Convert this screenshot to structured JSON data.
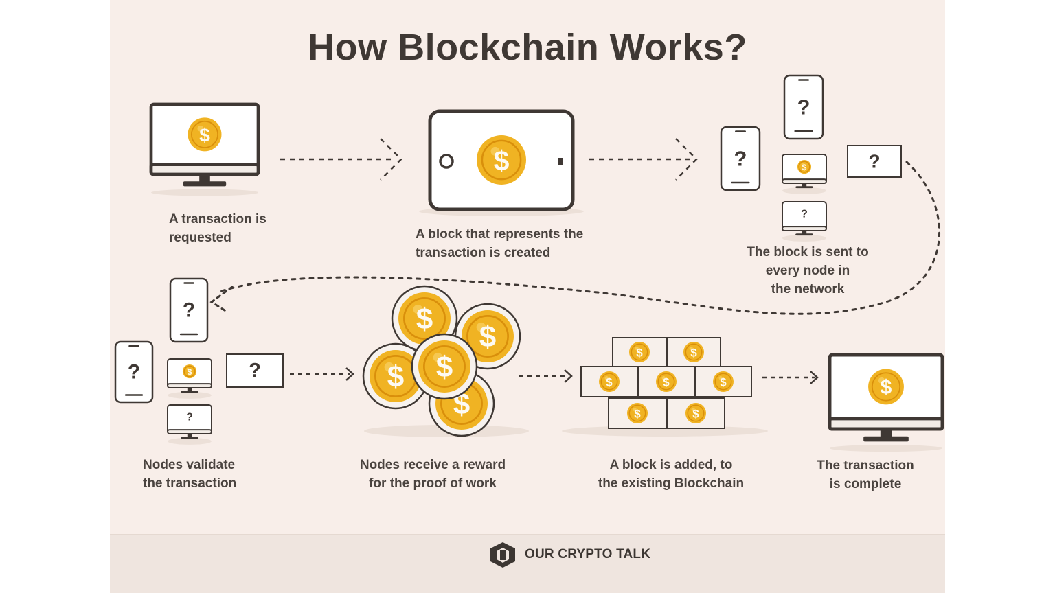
{
  "title": "How Blockchain Works?",
  "steps": [
    {
      "id": "request",
      "lines": [
        "A transaction is",
        "requested"
      ]
    },
    {
      "id": "block-created",
      "lines": [
        "A block that represents the",
        "transaction is created"
      ]
    },
    {
      "id": "broadcast",
      "lines": [
        "The block is sent to",
        "every node in",
        "the network"
      ]
    },
    {
      "id": "validate",
      "lines": [
        "Nodes validate",
        "the transaction"
      ]
    },
    {
      "id": "reward",
      "lines": [
        "Nodes receive a reward",
        "for the proof of work"
      ]
    },
    {
      "id": "added",
      "lines": [
        "A block is added, to",
        "the existing Blockchain"
      ]
    },
    {
      "id": "complete",
      "lines": [
        "The transaction",
        "is complete"
      ]
    }
  ],
  "glyphs": {
    "currency": "$",
    "unknown": "?"
  },
  "brand": {
    "name": "OUR CRYPTO TALK",
    "logo_icon": "cube-logo-icon"
  },
  "colors": {
    "background": "#f8eee9",
    "footer": "#efe5df",
    "ink": "#3f3834",
    "coin": "#f0b323",
    "coin_dark": "#d98f0b",
    "screen": "#ffffff"
  }
}
